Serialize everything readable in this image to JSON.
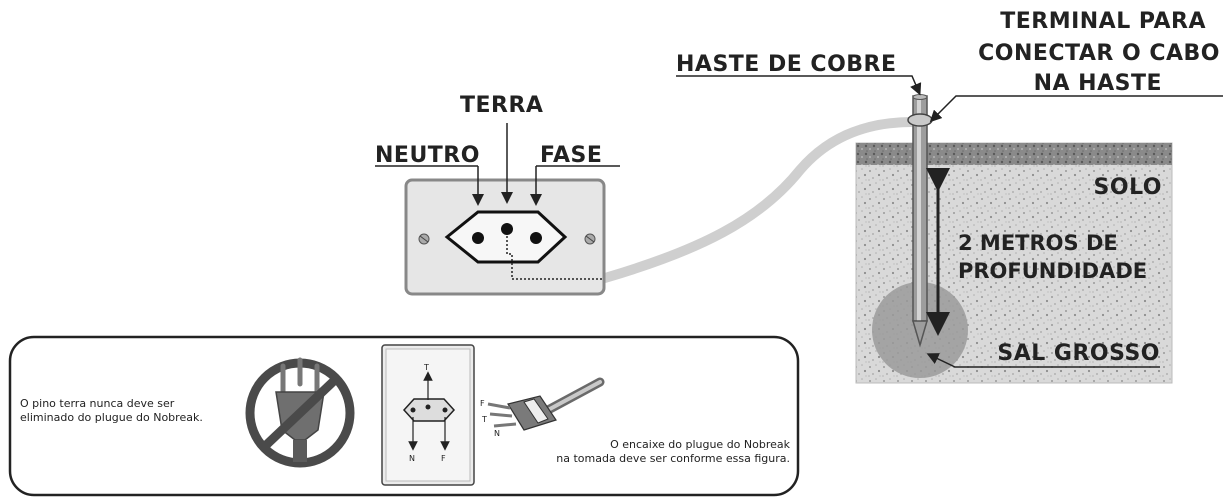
{
  "labels": {
    "terminal_line1": "TERMINAL PARA",
    "terminal_line2": "CONECTAR O CABO",
    "terminal_line3": "NA HASTE",
    "haste": "HASTE DE COBRE",
    "terra": "TERRA",
    "neutro": "NEUTRO",
    "fase": "FASE",
    "solo": "SOLO",
    "metros_line1": "2 METROS DE",
    "metros_line2": "PROFUNDIDADE",
    "sal": "SAL GROSSO"
  },
  "notes": {
    "pino_line1": "O pino terra nunca deve ser",
    "pino_line2": "eliminado do plugue do Nobreak.",
    "encaixe_line1": "O encaixe do plugue do Nobreak",
    "encaixe_line2": "na tomada deve ser conforme essa figura."
  },
  "socket_letters": {
    "t": "T",
    "n": "N",
    "f": "F"
  },
  "plug_letters": {
    "f": "F",
    "t": "T",
    "n": "N"
  }
}
